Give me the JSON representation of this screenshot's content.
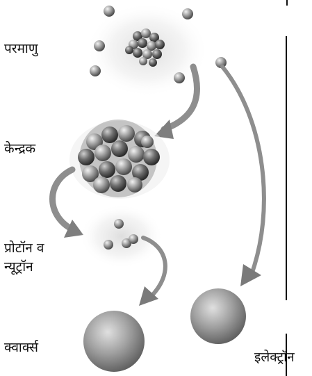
{
  "labels": {
    "atom": "परमाणु",
    "nucleus": "केन्द्रक",
    "proton_neutron_line1": "प्रोटॉन व",
    "proton_neutron_line2": "न्यूट्रॉन",
    "quarks": "क्वार्क्स",
    "electron": "इलेक्ट्रॉन"
  },
  "colors": {
    "particle_gray": "#9a9a9a",
    "particle_dark": "#555555",
    "arrow_gray": "#8a8a8a",
    "glow": "#e4e4e4",
    "text": "#111111"
  }
}
